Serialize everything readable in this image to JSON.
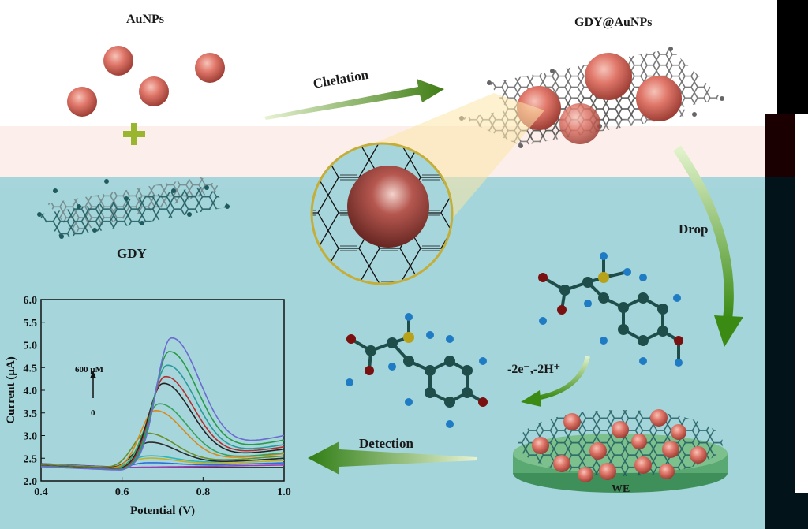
{
  "labels": {
    "aunps": "AuNPs",
    "gdy": "GDY",
    "gdy_aunps": "GDY@AuNPs",
    "chelation": "Chelation",
    "drop": "Drop",
    "detection": "Detection",
    "electron": "-2e⁻,-2H⁺",
    "we": "WE"
  },
  "colors": {
    "gold_particle": "#e0776a",
    "graphene_dark": "#1f5a5e",
    "graphene_grey": "#6f6f6f",
    "arrow_green": "#4f8a1e",
    "plus_color": "#9ab62e",
    "electrode_green": "#5aa872"
  },
  "chart_data": {
    "type": "line",
    "xlabel": "Potential (V)",
    "ylabel": "Current (µA)",
    "xlim": [
      0.4,
      1.0
    ],
    "ylim": [
      2.0,
      6.0
    ],
    "xticks": [
      "0.4",
      "0.6",
      "0.8",
      "1.0"
    ],
    "yticks": [
      "2.0",
      "2.5",
      "3.0",
      "3.5",
      "4.0",
      "4.5",
      "5.0",
      "5.5",
      "6.0"
    ],
    "annotation_top": "600 µM",
    "annotation_bottom": "0",
    "series": [
      {
        "color": "#3b3b3b",
        "peak_x": 0.66,
        "peak_y": 2.2,
        "end_y": 2.3
      },
      {
        "color": "#9c3fb5",
        "peak_x": 0.66,
        "peak_y": 2.3,
        "end_y": 2.35
      },
      {
        "color": "#2b6fd6",
        "peak_x": 0.66,
        "peak_y": 2.4,
        "end_y": 2.4
      },
      {
        "color": "#c4b12a",
        "peak_x": 0.66,
        "peak_y": 2.5,
        "end_y": 2.45
      },
      {
        "color": "#2fb7b7",
        "peak_x": 0.66,
        "peak_y": 2.55,
        "end_y": 2.5
      },
      {
        "color": "#6a8e2a",
        "peak_x": 0.66,
        "peak_y": 3.05,
        "end_y": 2.55
      },
      {
        "color": "#2a2a2a",
        "peak_x": 0.665,
        "peak_y": 2.85,
        "end_y": 2.5
      },
      {
        "color": "#d88a1a",
        "peak_x": 0.68,
        "peak_y": 3.55,
        "end_y": 2.6
      },
      {
        "color": "#3aa05a",
        "peak_x": 0.69,
        "peak_y": 3.7,
        "end_y": 2.62
      },
      {
        "color": "#222222",
        "peak_x": 0.7,
        "peak_y": 4.15,
        "end_y": 2.7
      },
      {
        "color": "#b23030",
        "peak_x": 0.705,
        "peak_y": 4.3,
        "end_y": 2.75
      },
      {
        "color": "#2a9a9a",
        "peak_x": 0.71,
        "peak_y": 4.55,
        "end_y": 2.8
      },
      {
        "color": "#2a9a4a",
        "peak_x": 0.715,
        "peak_y": 4.85,
        "end_y": 2.9
      },
      {
        "color": "#6b6bd0",
        "peak_x": 0.72,
        "peak_y": 5.15,
        "end_y": 3.0
      }
    ]
  }
}
